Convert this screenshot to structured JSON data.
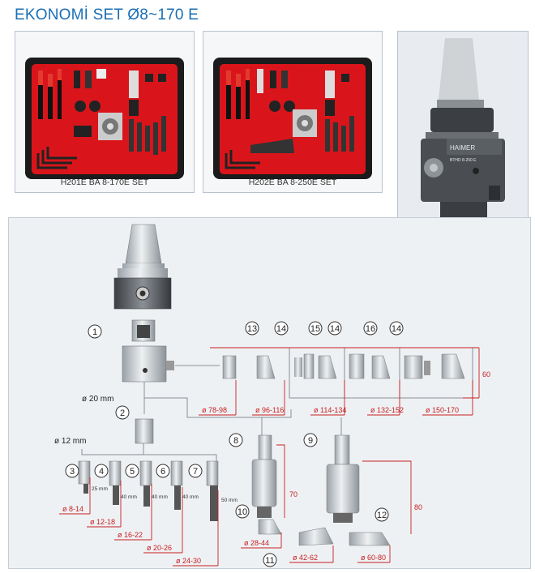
{
  "title": "EKONOMİ SET Ø8~170 E",
  "kits": [
    {
      "caption": "H201E  BA 8-170E SET"
    },
    {
      "caption": "H202E  BA 8-250E SET"
    }
  ],
  "head_photo": {
    "brand_text": "HAIMER",
    "model_text": "BTHD 8-250 E"
  },
  "diagram": {
    "parts": [
      "1",
      "2",
      "3",
      "4",
      "5",
      "6",
      "7",
      "8",
      "9",
      "10",
      "11",
      "12",
      "13",
      "14",
      "15",
      "14",
      "16",
      "14"
    ],
    "shank_labels": {
      "d20": "ø 20 mm",
      "d12": "ø 12 mm"
    },
    "small_bar_lengths": [
      "25 mm",
      "40 mm",
      "40 mm",
      "40 mm",
      "50 mm"
    ],
    "small_ranges": [
      "ø 8-14",
      "ø 12-18",
      "ø 16-22",
      "ø 20-26",
      "ø 24-30"
    ],
    "mid_ranges": [
      "ø 28-44",
      "ø 42-62",
      "ø 60-80"
    ],
    "mid_heights": [
      "70",
      "80"
    ],
    "head_ranges": [
      "ø 78-98",
      "ø 96-116",
      "ø 114-134",
      "ø 132-152",
      "ø 150-170"
    ],
    "head_height": "60"
  },
  "colors": {
    "accent": "#1a6fb5",
    "dimension": "#c81e1e",
    "kit_case": "#d9151b"
  }
}
